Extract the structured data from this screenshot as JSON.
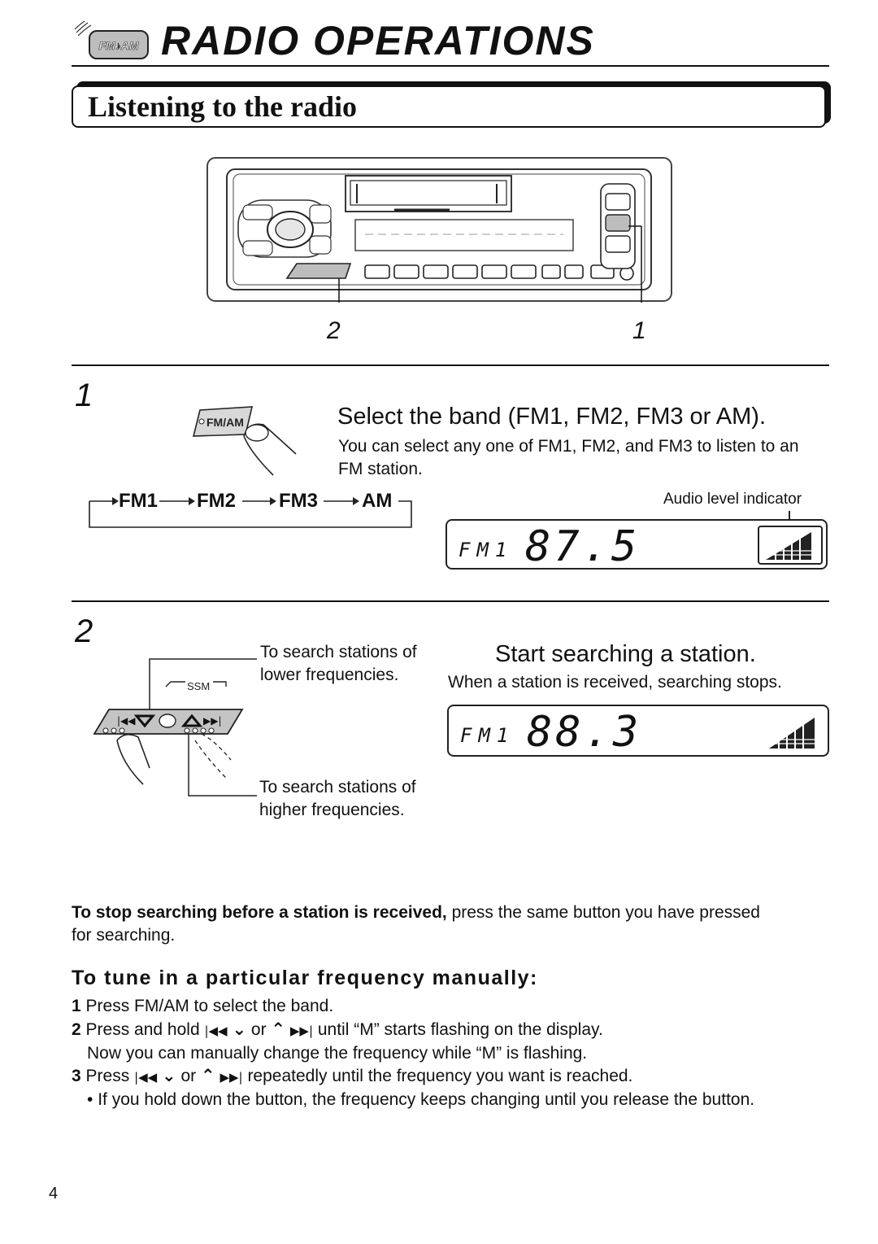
{
  "header": {
    "icon_label": "FM♪AM",
    "title": "RADIO OPERATIONS"
  },
  "section": {
    "title": "Listening to the radio"
  },
  "figure_top": {
    "callout_2": "2",
    "callout_1": "1"
  },
  "step1": {
    "number": "1",
    "button_label": "FM/AM",
    "heading": "Select the band (FM1, FM2, FM3 or AM).",
    "desc_line1": "You can select any one of FM1, FM2, and FM3 to listen to an",
    "desc_line2": "FM station.",
    "band_cycle": [
      "FM1",
      "FM2",
      "FM3",
      "AM"
    ],
    "indicator_label": "Audio level indicator",
    "display_band": "FM1",
    "display_freq": "87.5"
  },
  "step2": {
    "number": "2",
    "ssm_label": "SSM",
    "lower_line1": "To search stations of",
    "lower_line2": "lower frequencies.",
    "higher_line1": "To search stations of",
    "higher_line2": "higher frequencies.",
    "heading": "Start searching a station.",
    "desc": "When a station is received, searching stops.",
    "display_band": "FM1",
    "display_freq": "88.3"
  },
  "stop_note": {
    "bold": "To stop searching before a station is received,",
    "rest": " press the same button you have pressed",
    "line2": "for searching."
  },
  "manual": {
    "heading": "To tune in a particular frequency manually:",
    "step1_num": "1",
    "step1_text": "Press FM/AM to select the band.",
    "step2_num": "2",
    "step2_a": "Press and hold",
    "step2_or": "or",
    "step2_b": "until “M” starts flashing on the display.",
    "step2_line2": "Now you can manually change the frequency while “M” is flashing.",
    "step3_num": "3",
    "step3_a": "Press",
    "step3_or": "or",
    "step3_b": "repeatedly until the frequency you want is reached.",
    "bullet": "•",
    "bullet_text": "If you hold down the button, the frequency keeps changing until you release the button."
  },
  "footer": {
    "page_number": "4"
  }
}
